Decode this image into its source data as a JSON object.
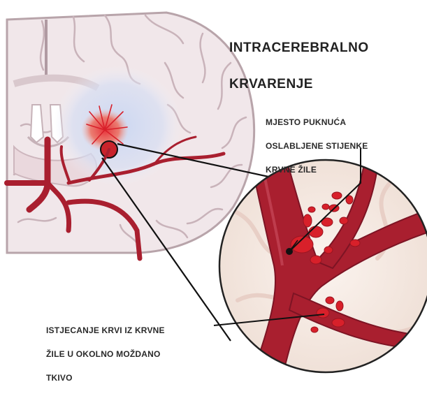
{
  "diagram": {
    "title_lines": [
      "INTRACEREBRALNO",
      "KRVARENJE"
    ],
    "rupture_label_lines": [
      "MJESTO PUKNUĆA",
      "OSLABLJENE STIJENKE",
      "KRVNE ŽILE"
    ],
    "bleeding_label_lines": [
      "ISTJECANJE KRVI IZ KRVNE",
      "ŽILE U  OKOLNO MOŽDANO",
      "TKIVO"
    ]
  },
  "colors": {
    "brain_tissue": "#f1e7ea",
    "brain_outline": "#b8a4aa",
    "ventricle": "#ffffff",
    "vessel": "#a91f2f",
    "vessel_dark": "#7d1424",
    "blood": "#d8202a",
    "edema": "#b9c9ea",
    "pointer_line": "#111111"
  }
}
